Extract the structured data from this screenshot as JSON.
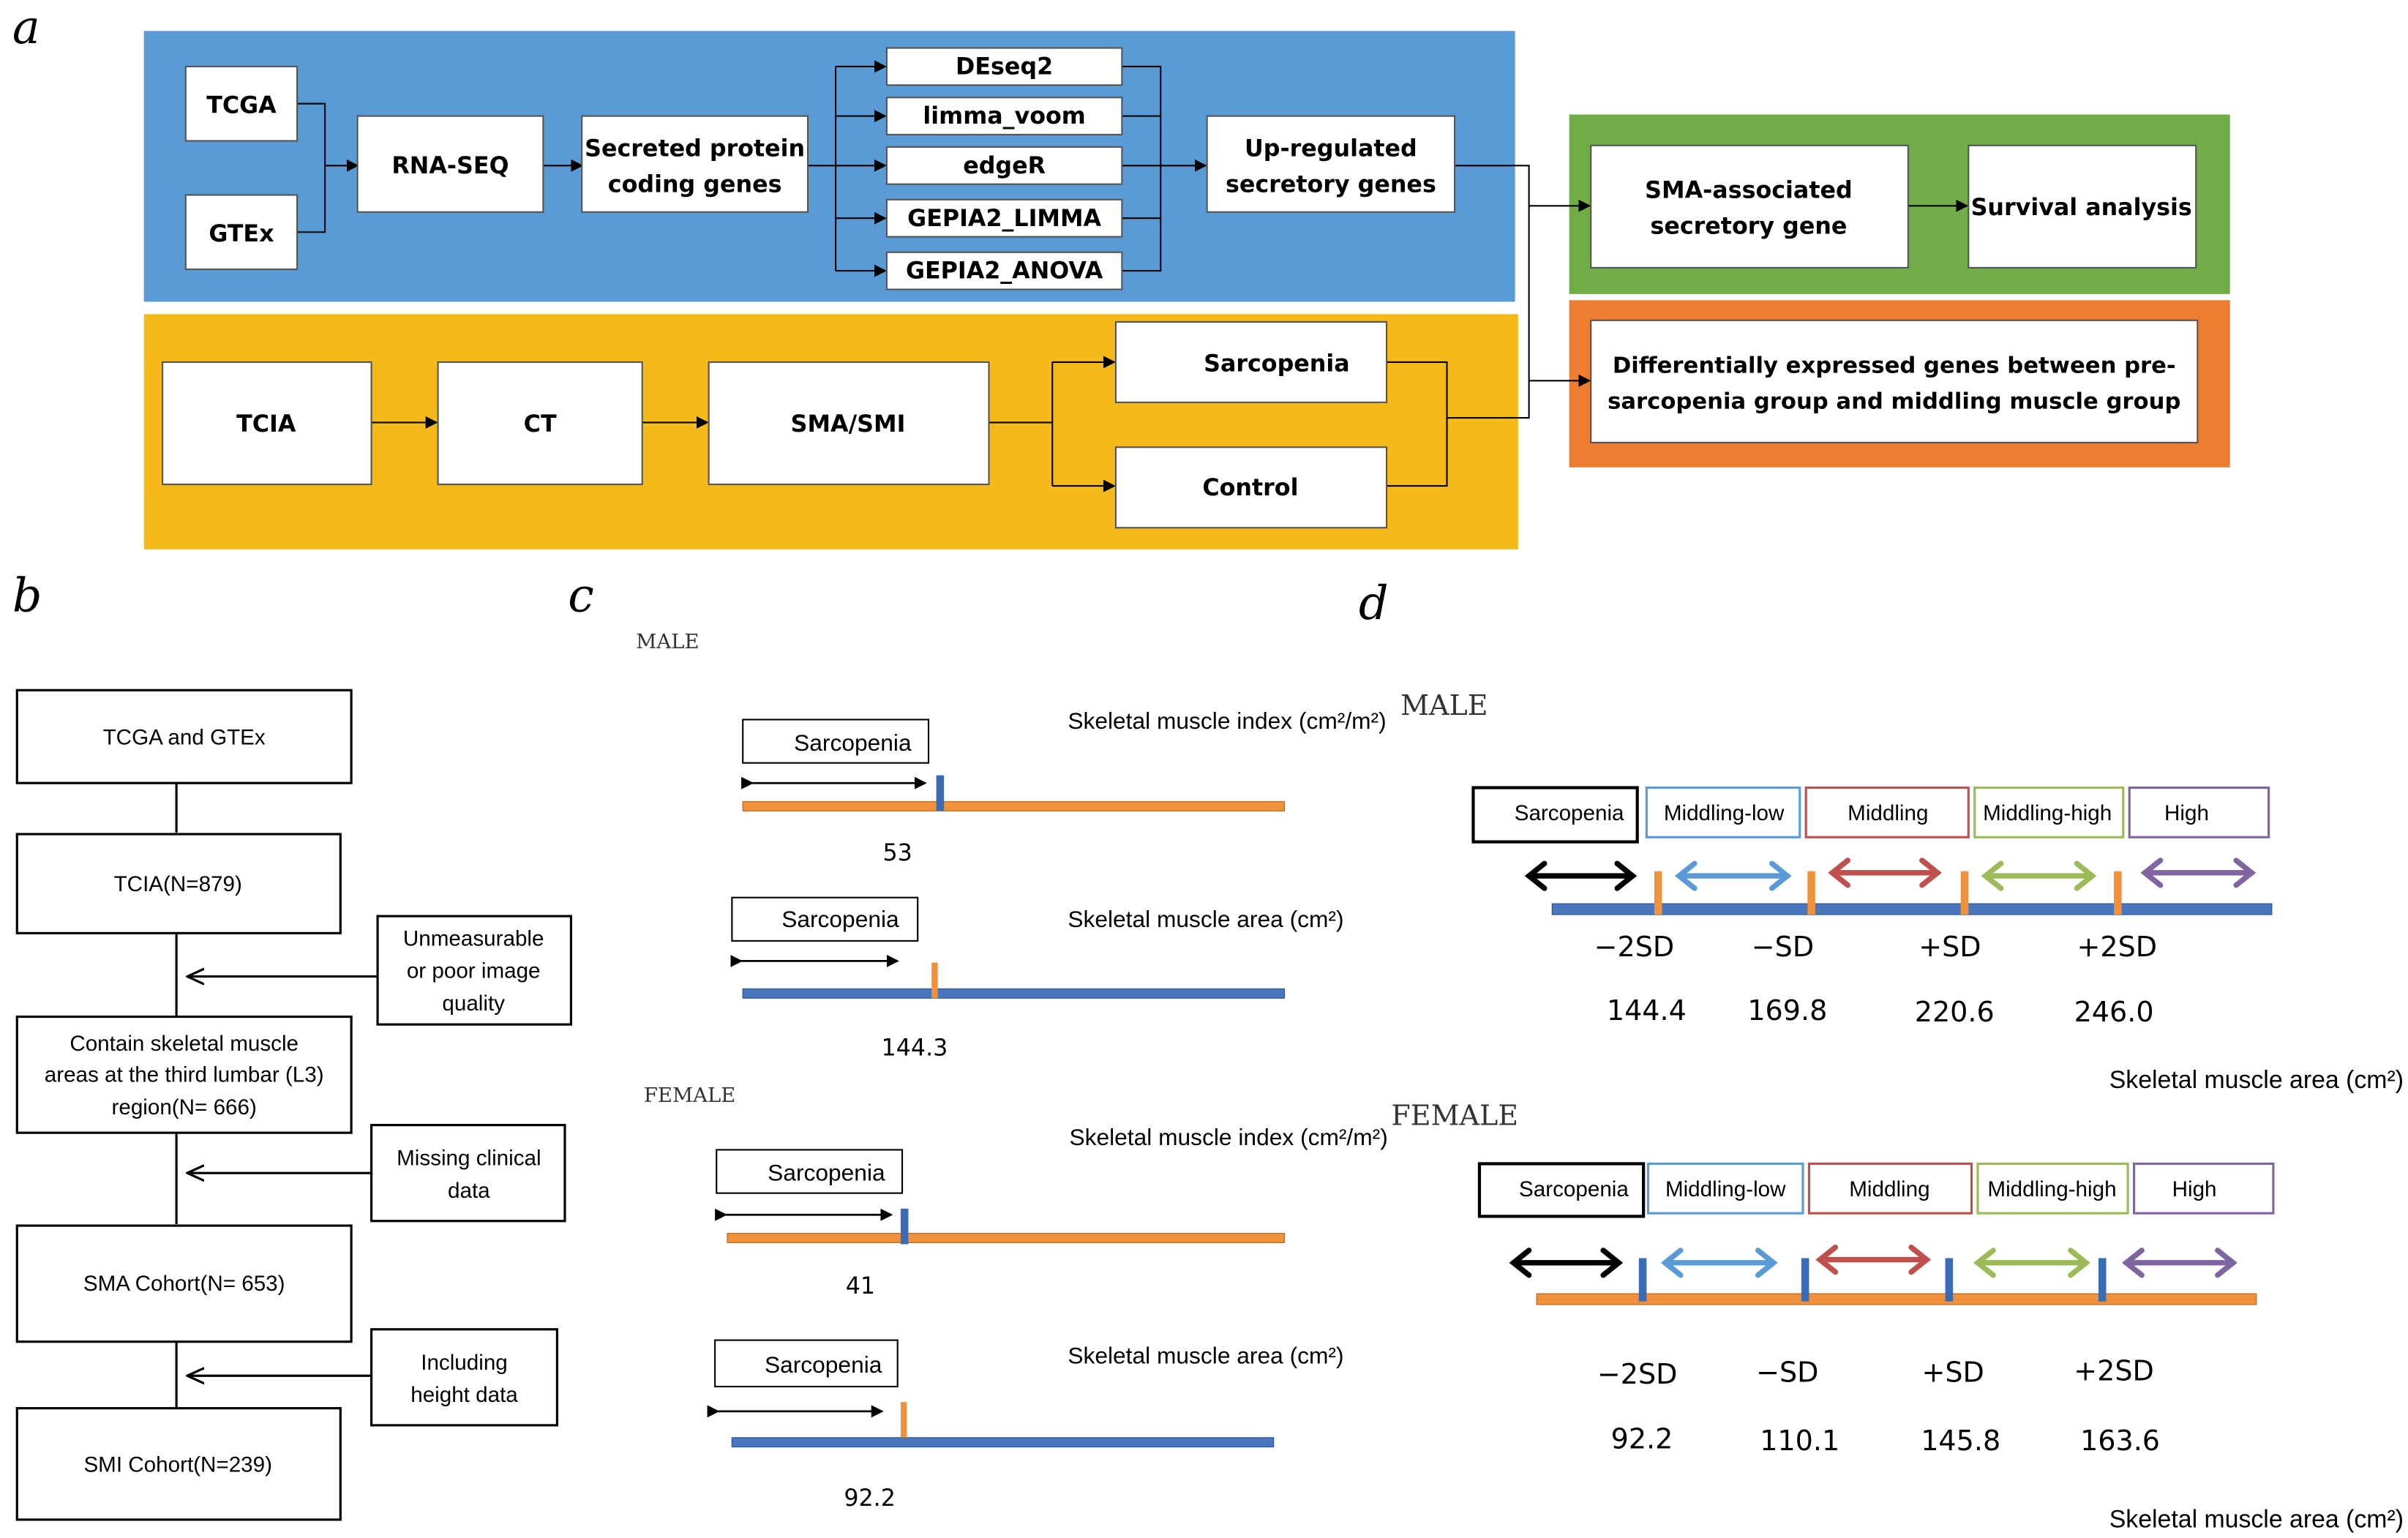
{
  "panel_a": {
    "label": "a",
    "sources": [
      "TCGA",
      "GTEx"
    ],
    "rna_seq": "RNA-SEQ",
    "secreted": [
      "Secreted protein",
      "coding genes"
    ],
    "methods": [
      "DEseq2",
      "limma_voom",
      "edgeR",
      "GEPIA2_LIMMA",
      "GEPIA2_ANOVA"
    ],
    "upregulated": [
      "Up-regulated",
      "secretory genes"
    ],
    "sma_assoc": [
      "SMA-associated",
      "secretory gene"
    ],
    "survival": "Survival analysis",
    "tcia": "TCIA",
    "ct": "CT",
    "sma_smi": "SMA/SMI",
    "sarcopenia": "Sarcopenia",
    "control": "Control",
    "deg": [
      "Differentially expressed genes between pre-",
      "sarcopenia group and middling muscle group"
    ],
    "colors": {
      "blue": "#5B9BD5",
      "yellow": "#F5BA1A",
      "green": "#70AD47",
      "orange": "#ED7D31"
    }
  },
  "panel_b": {
    "label": "b",
    "steps": [
      [
        "TCGA and GTEx"
      ],
      [
        "TCIA(N=879)"
      ],
      [
        "Contain skeletal muscle",
        "areas at the third lumbar (L3)",
        "region(N= 666)"
      ],
      [
        "SMA Cohort(N= 653)"
      ],
      [
        "SMI Cohort(N=239)"
      ]
    ],
    "exclusions": [
      [
        "Unmeasurable",
        "or poor image",
        "quality"
      ],
      [
        "Missing clinical",
        "data"
      ],
      [
        "Including",
        "height data"
      ]
    ]
  },
  "panel_c": {
    "label": "c",
    "male": "MALE",
    "female": "FEMALE",
    "sarcopenia": "Sarcopenia",
    "smi_label": "Skeletal muscle index (cm²/m²)",
    "sma_label": "Skeletal muscle area (cm²)",
    "values": [
      "53",
      "144.3",
      "41",
      "92.2"
    ]
  },
  "panel_d": {
    "label": "d",
    "male": "MALE",
    "female": "FEMALE",
    "groups": [
      "Sarcopenia",
      "Middling-low",
      "Middling",
      "Middling-high",
      "High"
    ],
    "sd_labels": [
      "−2SD",
      "−SD",
      "+SD",
      "+2SD"
    ],
    "male_values": [
      "144.4",
      "169.8",
      "220.6",
      "246.0"
    ],
    "female_values": [
      "92.2",
      "110.1",
      "145.8",
      "163.6"
    ],
    "axis_label": "Skeletal muscle area (cm²)",
    "group_colors": [
      "#000000",
      "#5B9BD5",
      "#C0504D",
      "#9BBB59",
      "#8064A2"
    ]
  }
}
